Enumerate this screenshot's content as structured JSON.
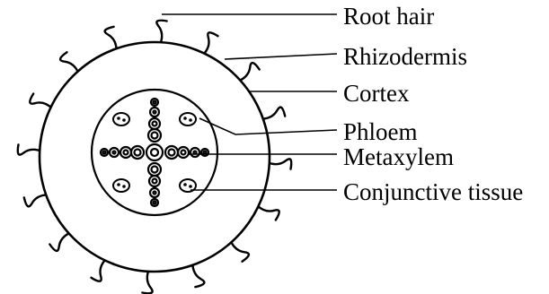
{
  "diagram": {
    "labels": {
      "root_hair": "Root hair",
      "rhizodermis": "Rhizodermis",
      "cortex": "Cortex",
      "phloem": "Phloem",
      "metaxylem": "Metaxylem",
      "conjunctive_tissue": "Conjunctive tissue"
    },
    "structure": {
      "root_hair_count": 16,
      "xylem_arms": 4,
      "phloem_groups": 4
    }
  }
}
